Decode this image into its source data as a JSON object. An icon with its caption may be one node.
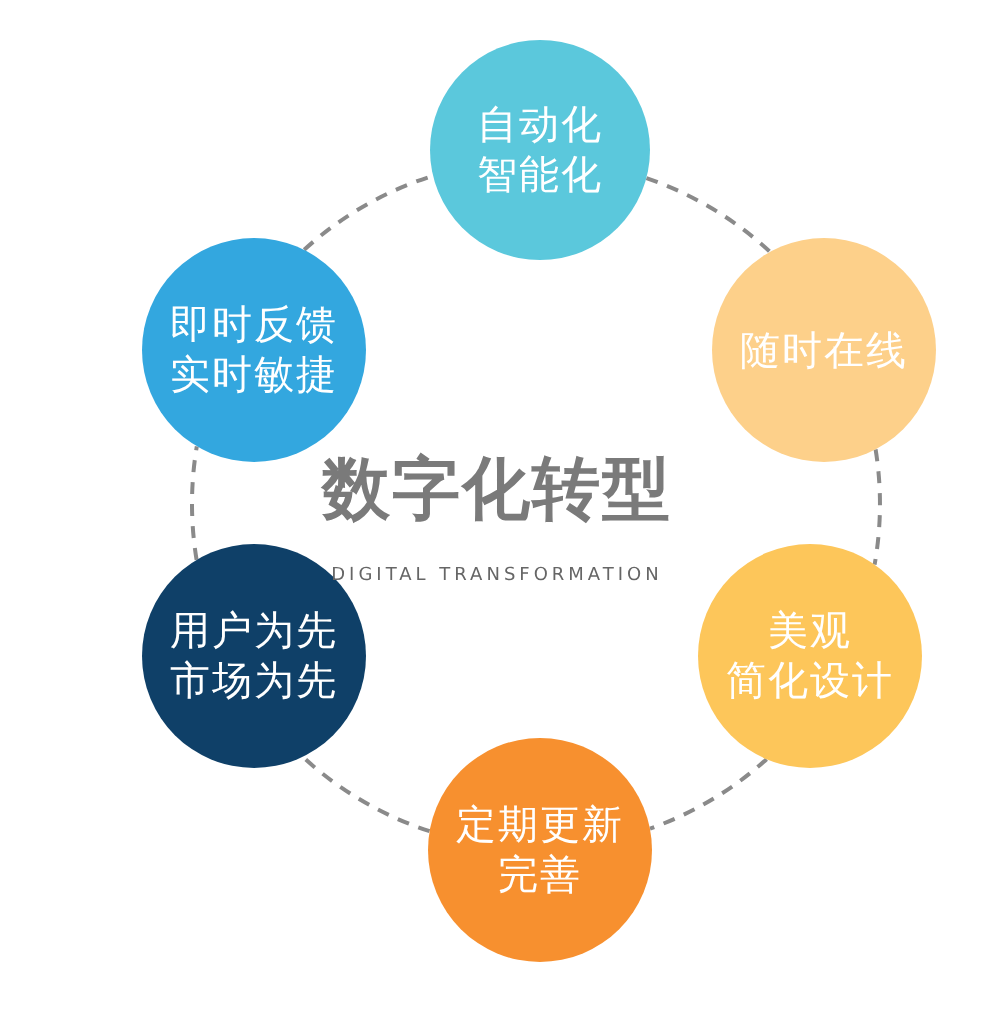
{
  "diagram": {
    "title": "数字化转型",
    "nodes": [
      {
        "text": [
          "自动化",
          "智能化"
        ]
      },
      {
        "text": [
          "随时在线"
        ]
      },
      {
        "text": [
          "美观",
          "简化设计"
        ]
      },
      {
        "text": [
          "定期更新",
          "完善"
        ]
      },
      {
        "text": [
          "用户为先",
          "市场为先"
        ]
      },
      {
        "text": [
          "即时反馈",
          "实时敏捷"
        ]
      }
    ],
    "edges": [
      {
        "from": 0,
        "to": 1,
        "arrow": "none",
        "style": "dashed"
      },
      {
        "from": 1,
        "to": 2,
        "arrow": "none",
        "style": "dashed"
      },
      {
        "from": 2,
        "to": 3,
        "arrow": "none",
        "style": "dashed"
      },
      {
        "from": 3,
        "to": 4,
        "arrow": "none",
        "style": "dashed"
      },
      {
        "from": 4,
        "to": 5,
        "arrow": "none",
        "style": "dashed"
      },
      {
        "from": 5,
        "to": 0,
        "arrow": "none",
        "style": "dashed"
      }
    ],
    "labels": [
      "DIGITAL TRANSFORMATION"
    ]
  }
}
